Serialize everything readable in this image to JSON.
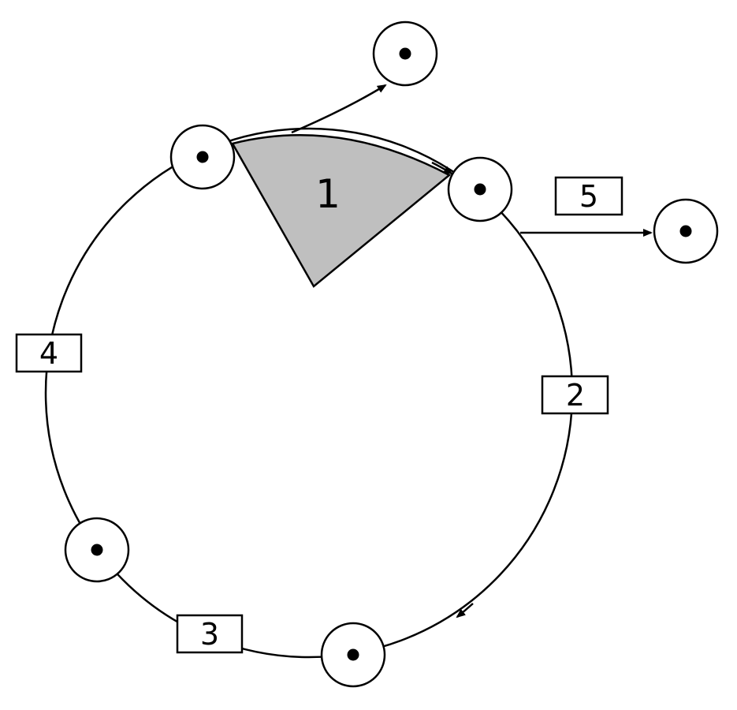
{
  "diagram": {
    "sector_label": "1",
    "sector_color": "#bfbfbf",
    "line_color": "#000000",
    "boxes": [
      {
        "label": "2"
      },
      {
        "label": "3"
      },
      {
        "label": "4"
      },
      {
        "label": "5"
      }
    ],
    "nodes": [
      {
        "icon": "dot-in-circle-icon"
      },
      {
        "icon": "dot-in-circle-icon"
      },
      {
        "icon": "dot-in-circle-icon"
      },
      {
        "icon": "dot-in-circle-icon"
      },
      {
        "icon": "dot-in-circle-icon"
      },
      {
        "icon": "dot-in-circle-icon"
      },
      {
        "icon": "dot-in-circle-icon"
      }
    ]
  }
}
